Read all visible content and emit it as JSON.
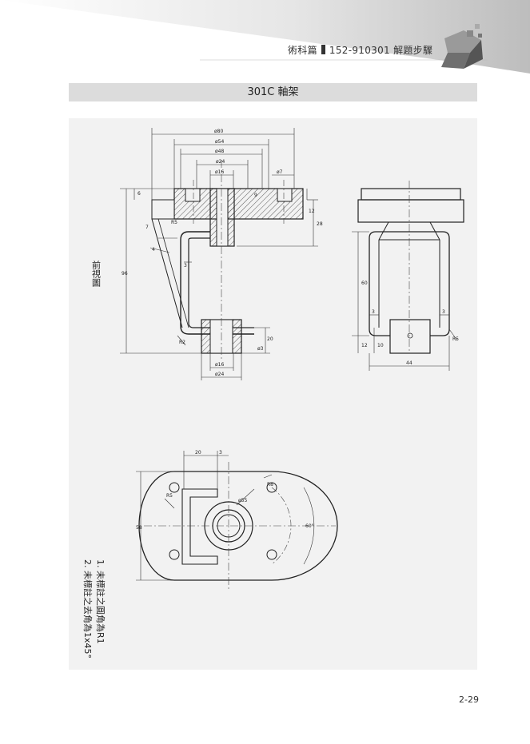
{
  "header": {
    "section": "術科篇",
    "code": "152-910301 解題步驟"
  },
  "title": "301C 軸架",
  "views": {
    "front_label": "前視圖"
  },
  "dimensions": {
    "d80": "ø80",
    "d54": "ø54",
    "d48": "ø48",
    "d24_top": "ø24",
    "d16_top": "ø16",
    "d7": "ø7",
    "h6": "6",
    "h9": "9",
    "h12_top": "12",
    "h28": "28",
    "h7": "7",
    "r5": "R5",
    "w4": "4",
    "w3_front": "3",
    "h96": "96",
    "h20": "20",
    "d3": "ø3",
    "d16_bottom": "ø16",
    "d24_bottom": "ø24",
    "r2": "R2",
    "h60": "60",
    "w3_side_left": "3",
    "w3_side_right": "3",
    "h12_side": "12",
    "h10_side": "10",
    "w44": "44",
    "r5_side": "R5",
    "w20_top": "20",
    "w3_top": "3",
    "r8": "R8",
    "d55": "ø55",
    "r5_top": "R5",
    "h58": "58",
    "a60": "60°"
  },
  "notes": [
    "1. 未標註之圓角為R1",
    "2. 未標註之去角為1x45°"
  ],
  "page_number": "2-29"
}
